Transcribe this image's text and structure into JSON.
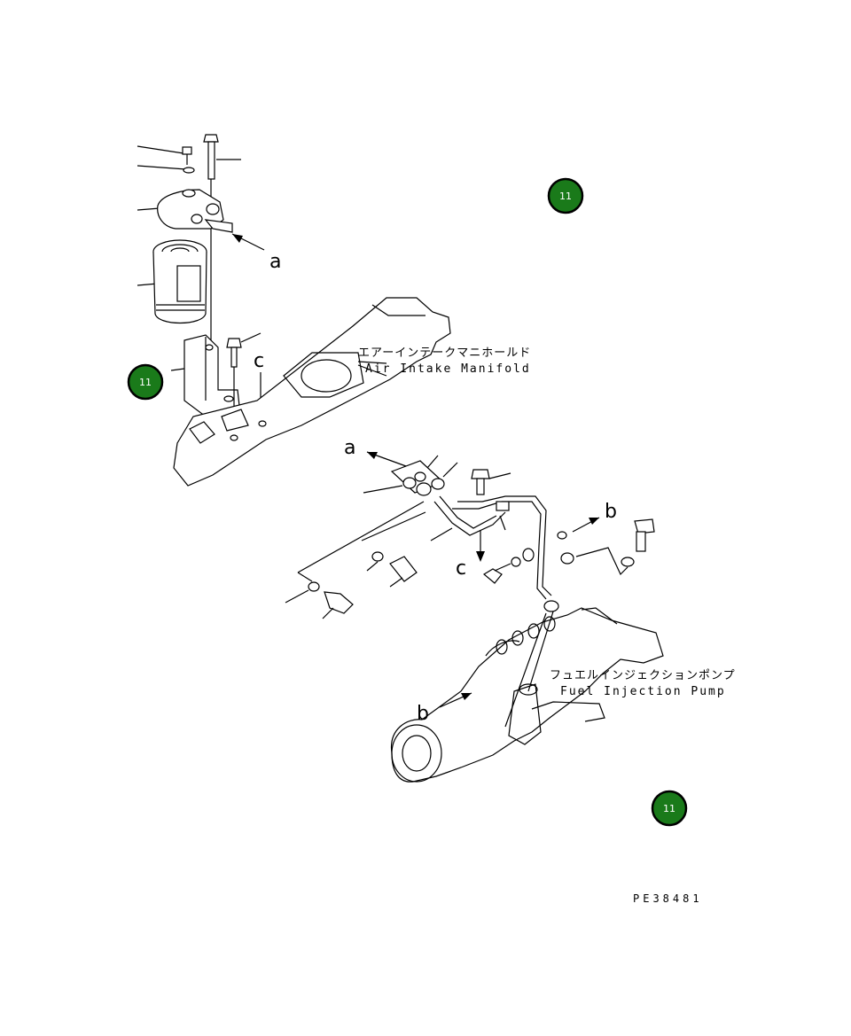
{
  "labels": {
    "a_upper": "a",
    "a_lower": "a",
    "b_right": "b",
    "b_pump": "b",
    "c_upper": "c",
    "c_lower": "c"
  },
  "manifold": {
    "jp": "エアーインテークマニホールド",
    "en": "Air Intake Manifold"
  },
  "pump": {
    "jp": "フュエルインジェクションポンプ",
    "en": "Fuel Injection Pump"
  },
  "ref_badges": [
    {
      "label": "11",
      "color": "#1a7a1a"
    },
    {
      "label": "11",
      "color": "#1a7a1a"
    },
    {
      "label": "11",
      "color": "#1a7a1a"
    }
  ],
  "drawing_code": "PE38481"
}
